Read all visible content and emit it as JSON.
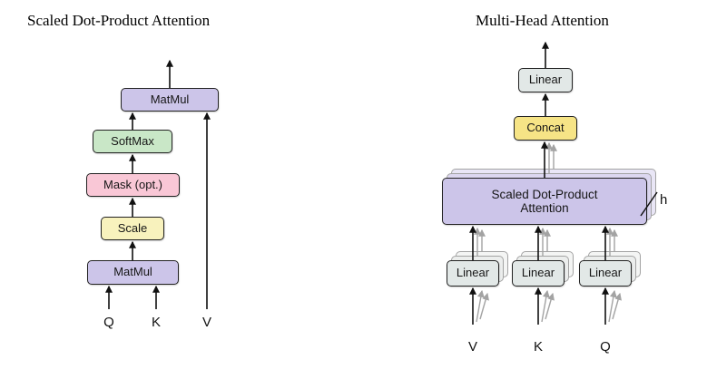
{
  "left": {
    "title": "Scaled Dot-Product Attention",
    "matmul_top": "MatMul",
    "softmax": "SoftMax",
    "mask": "Mask (opt.)",
    "scale": "Scale",
    "matmul_bottom": "MatMul",
    "input_q": "Q",
    "input_k": "K",
    "input_v": "V"
  },
  "right": {
    "title": "Multi-Head Attention",
    "linear_out": "Linear",
    "concat": "Concat",
    "attention": "Scaled Dot-Product Attention",
    "linear_v": "Linear",
    "linear_k": "Linear",
    "linear_q": "Linear",
    "heads_label": "h",
    "input_v": "V",
    "input_k": "K",
    "input_q": "Q"
  },
  "colors": {
    "matmul": "#ccc5e9",
    "softmax": "#c9e7c7",
    "mask": "#f9c7d6",
    "scale": "#f8f2bd",
    "concat": "#f6e486",
    "linear": "#e2e8e7",
    "attention": "#ccc5e9",
    "arrow": "#111111",
    "ghost": "#a3a3a3"
  }
}
